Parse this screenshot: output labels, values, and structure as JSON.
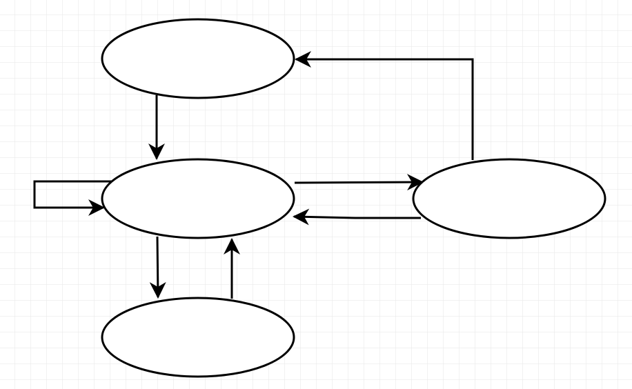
{
  "canvas": {
    "background_color": "#ffffff",
    "grid_color": "#e6e6e6",
    "stroke_color": "#000000",
    "node_fill": "#ffffff"
  },
  "nodes": [
    {
      "id": "node-top",
      "label": ""
    },
    {
      "id": "node-center",
      "label": ""
    },
    {
      "id": "node-right",
      "label": ""
    },
    {
      "id": "node-bottom",
      "label": ""
    }
  ],
  "edges": [
    {
      "id": "top-to-center",
      "from": "node-top",
      "to": "node-center"
    },
    {
      "id": "center-to-center-loop",
      "from": "node-center",
      "to": "node-center"
    },
    {
      "id": "center-to-right",
      "from": "node-center",
      "to": "node-right"
    },
    {
      "id": "right-to-center",
      "from": "node-right",
      "to": "node-center"
    },
    {
      "id": "right-to-top",
      "from": "node-right",
      "to": "node-top"
    },
    {
      "id": "center-to-bottom",
      "from": "node-center",
      "to": "node-bottom"
    },
    {
      "id": "bottom-to-center",
      "from": "node-bottom",
      "to": "node-center"
    }
  ]
}
